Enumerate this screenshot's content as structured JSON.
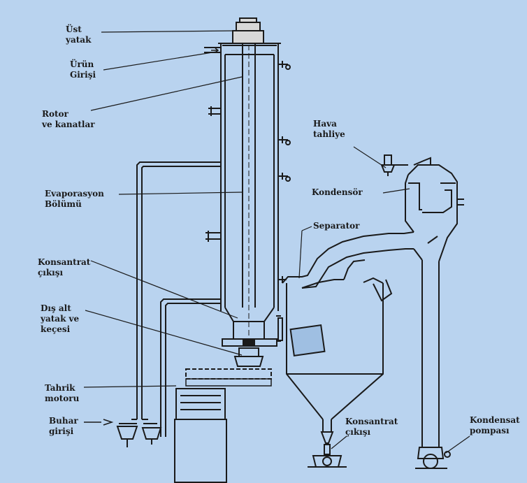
{
  "labels": {
    "ust_yatak": "Üst\nyatak",
    "urun_girisi": "Ürün\nGirişi",
    "rotor": "Rotor\nve kanatlar",
    "hava_tahliye": "Hava\ntahliye",
    "kondensor": "Kondensör",
    "evaporasyon": "Evaporasyon\nBölümü",
    "separator": "Separator",
    "konsantrat_cikisi_top": "Konsantrat\nçıkışı",
    "dis_alt_yatak": "Dış alt\nyatak ve\nkeçesi",
    "tahrik_motoru": "Tahrik\nmotoru",
    "buhar_girisi": "Buhar\ngirişi",
    "konsantrat_cikisi_bottom": "Konsantrat\nçıkışı",
    "kondensat_pompasi": "Kondensat\npompası"
  },
  "colors": {
    "background": "#b9d3ef",
    "ink": "#1a1a1a"
  }
}
